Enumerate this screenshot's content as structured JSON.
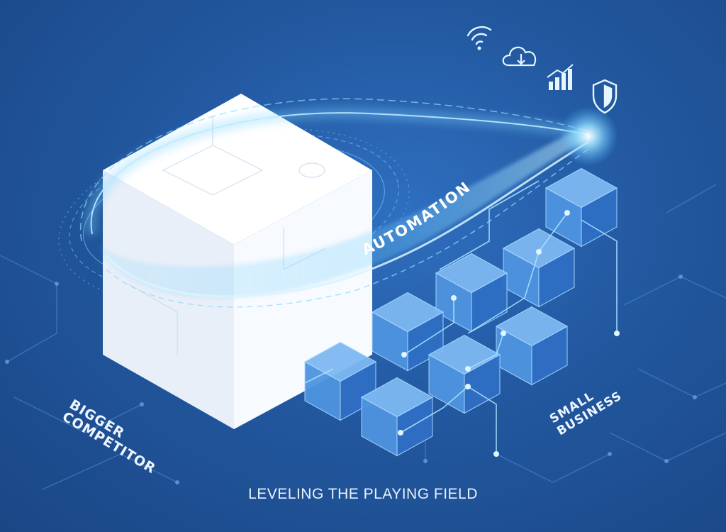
{
  "labels": {
    "automation": "AUTOMATION",
    "bigger_competitor": "BIGGER\nCOMPETITOR",
    "small_business": "SMALL\nBUSINESS",
    "footer": "LEVELING THE PLAYING FIELD"
  },
  "icons": [
    "wifi-icon",
    "cloud-download-icon",
    "bar-chart-icon",
    "shield-icon"
  ],
  "colors": {
    "background": "#22589f",
    "glow": "#7fd4ff",
    "cube_white": "#f4f8fd",
    "cube_blue": "#3e86d8"
  }
}
